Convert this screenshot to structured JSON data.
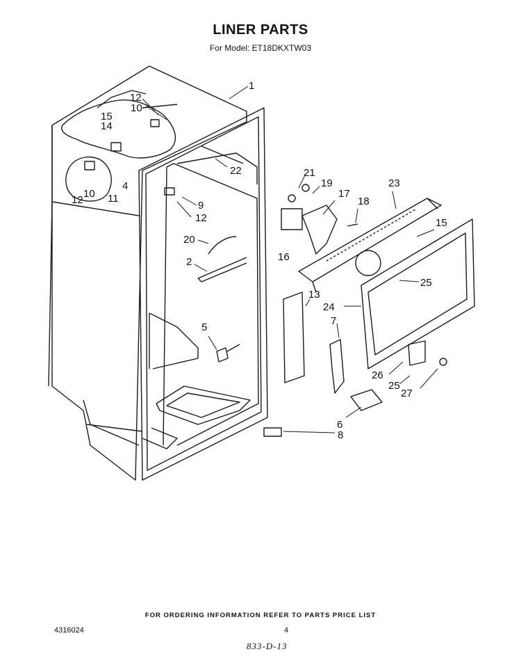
{
  "title": "LINER PARTS",
  "model_line": "For Model: ET18DKXTW03",
  "footer_note": "FOR ORDERING INFORMATION REFER TO PARTS PRICE LIST",
  "doc_number": "4316024",
  "page_number": "4",
  "handwritten_code": "833-D-13",
  "callouts": [
    "1",
    "2",
    "4",
    "5",
    "6",
    "7",
    "8",
    "9",
    "10",
    "10",
    "11",
    "12",
    "12",
    "12",
    "13",
    "14",
    "15",
    "15",
    "16",
    "17",
    "18",
    "19",
    "20",
    "21",
    "22",
    "23",
    "24",
    "25",
    "25",
    "26",
    "27"
  ]
}
